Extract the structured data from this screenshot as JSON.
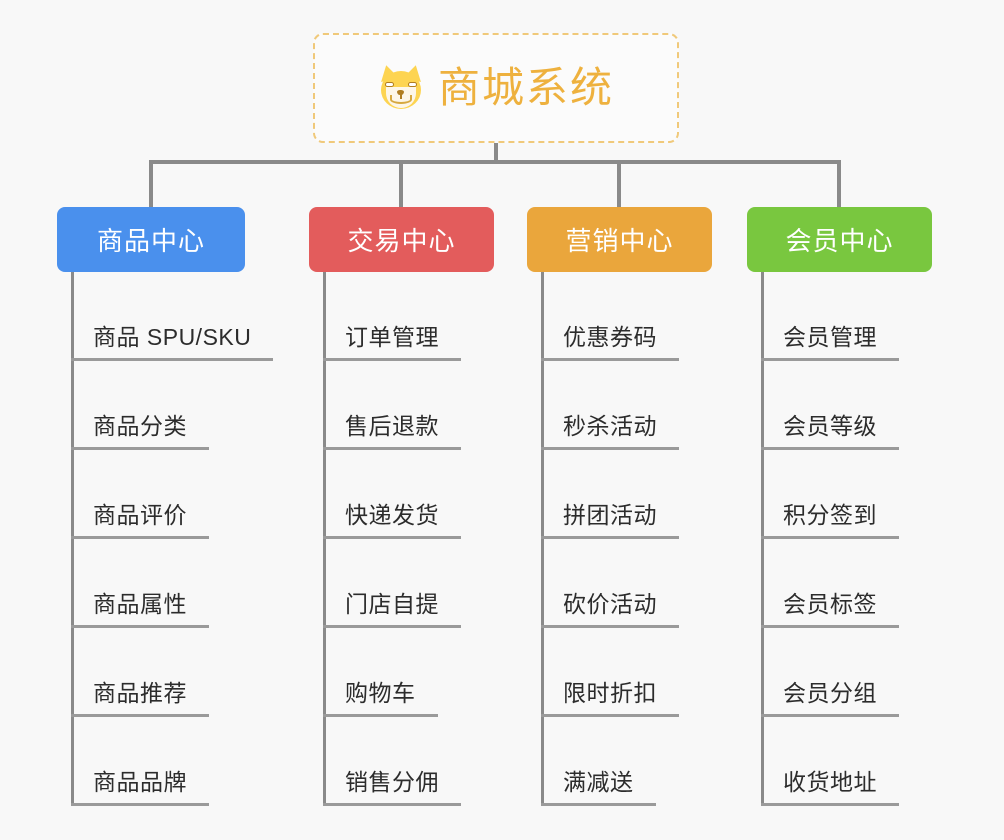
{
  "root": {
    "title": "商城系统",
    "icon": "shiba-dog-emoji",
    "border_color": "#f0c97a",
    "text_color": "#eeb13e"
  },
  "connector_color": "#8a8a8a",
  "background_color": "#f8f8f8",
  "branches": [
    {
      "label": "商品中心",
      "color": "#4a90ed",
      "items": [
        "商品 SPU/SKU",
        "商品分类",
        "商品评价",
        "商品属性",
        "商品推荐",
        "商品品牌"
      ]
    },
    {
      "label": "交易中心",
      "color": "#e35c5c",
      "items": [
        "订单管理",
        "售后退款",
        "快递发货",
        "门店自提",
        "购物车",
        "销售分佣"
      ]
    },
    {
      "label": "营销中心",
      "color": "#eaa63c",
      "items": [
        "优惠券码",
        "秒杀活动",
        "拼团活动",
        "砍价活动",
        "限时折扣",
        "满减送"
      ]
    },
    {
      "label": "会员中心",
      "color": "#79c council",
      "items": [
        "会员管理",
        "会员等级",
        "积分签到",
        "会员标签",
        "会员分组",
        "收货地址"
      ]
    }
  ],
  "layout": {
    "branch_left": [
      57,
      309,
      527,
      747
    ],
    "branch_width": [
      188,
      185,
      185,
      185
    ]
  }
}
